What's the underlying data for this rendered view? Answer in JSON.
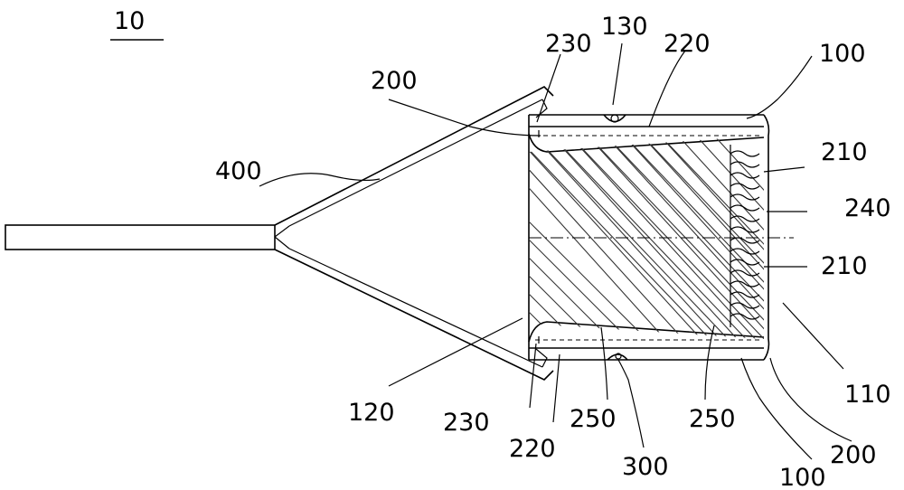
{
  "figure_ref": "10",
  "labels": {
    "l400": "400",
    "l200_top": "200",
    "l230_top": "230",
    "l130": "130",
    "l220_top": "220",
    "l100_top": "100",
    "l210_a": "210",
    "l240": "240",
    "l210_b": "210",
    "l110": "110",
    "l120": "120",
    "l230_bot": "230",
    "l220_bot": "220",
    "l250_a": "250",
    "l300": "300",
    "l250_b": "250",
    "l100_bot": "100",
    "l200_bot": "200"
  }
}
